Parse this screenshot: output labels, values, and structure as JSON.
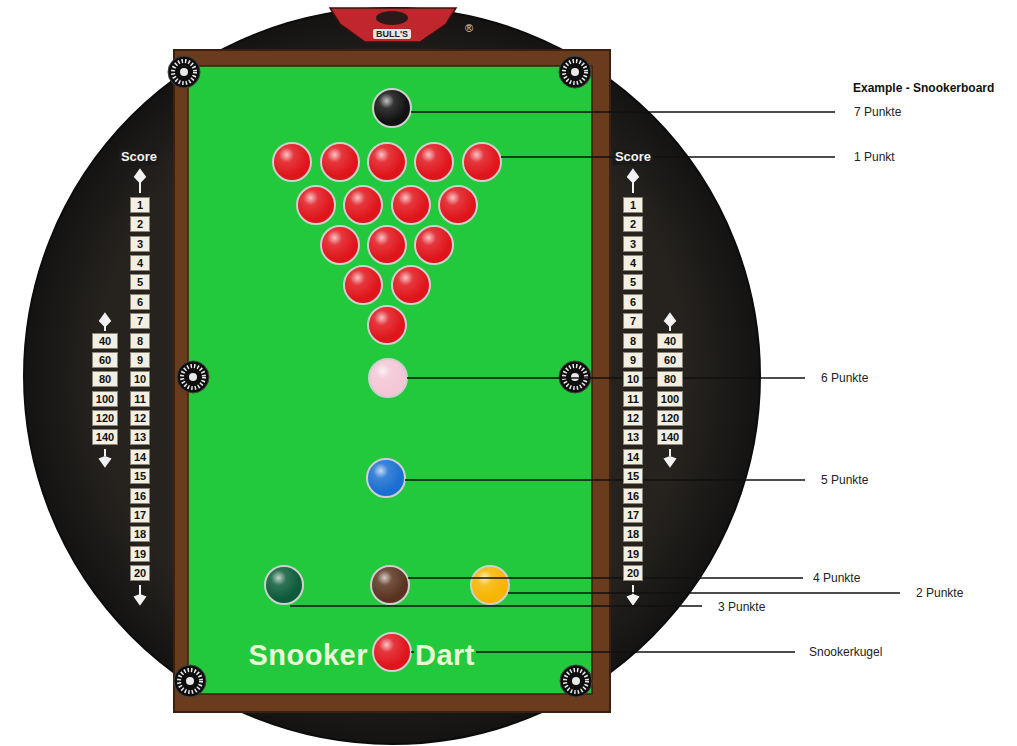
{
  "diagram": {
    "title": "Example - Snookerboard",
    "labels": [
      "BULL'S",
      "®",
      "Score",
      "1",
      "2",
      "3",
      "4",
      "5",
      "6",
      "7",
      "8",
      "9",
      "10",
      "11",
      "12",
      "13",
      "14",
      "15",
      "16",
      "17",
      "18",
      "19",
      "20",
      "40",
      "60",
      "80",
      "100",
      "120",
      "140",
      "Score",
      "1",
      "2",
      "3",
      "4",
      "5",
      "6",
      "7",
      "8",
      "9",
      "10",
      "11",
      "12",
      "13",
      "14",
      "15",
      "16",
      "17",
      "18",
      "19",
      "20",
      "40",
      "60",
      "80",
      "100",
      "120",
      "140",
      "Snooker",
      "Dart",
      "7 Punkte",
      "1 Punkt",
      "6 Punkte",
      "5 Punkte",
      "4 Punkte",
      "2 Punkte",
      "3 Punkte",
      "Snookerkugel"
    ]
  }
}
